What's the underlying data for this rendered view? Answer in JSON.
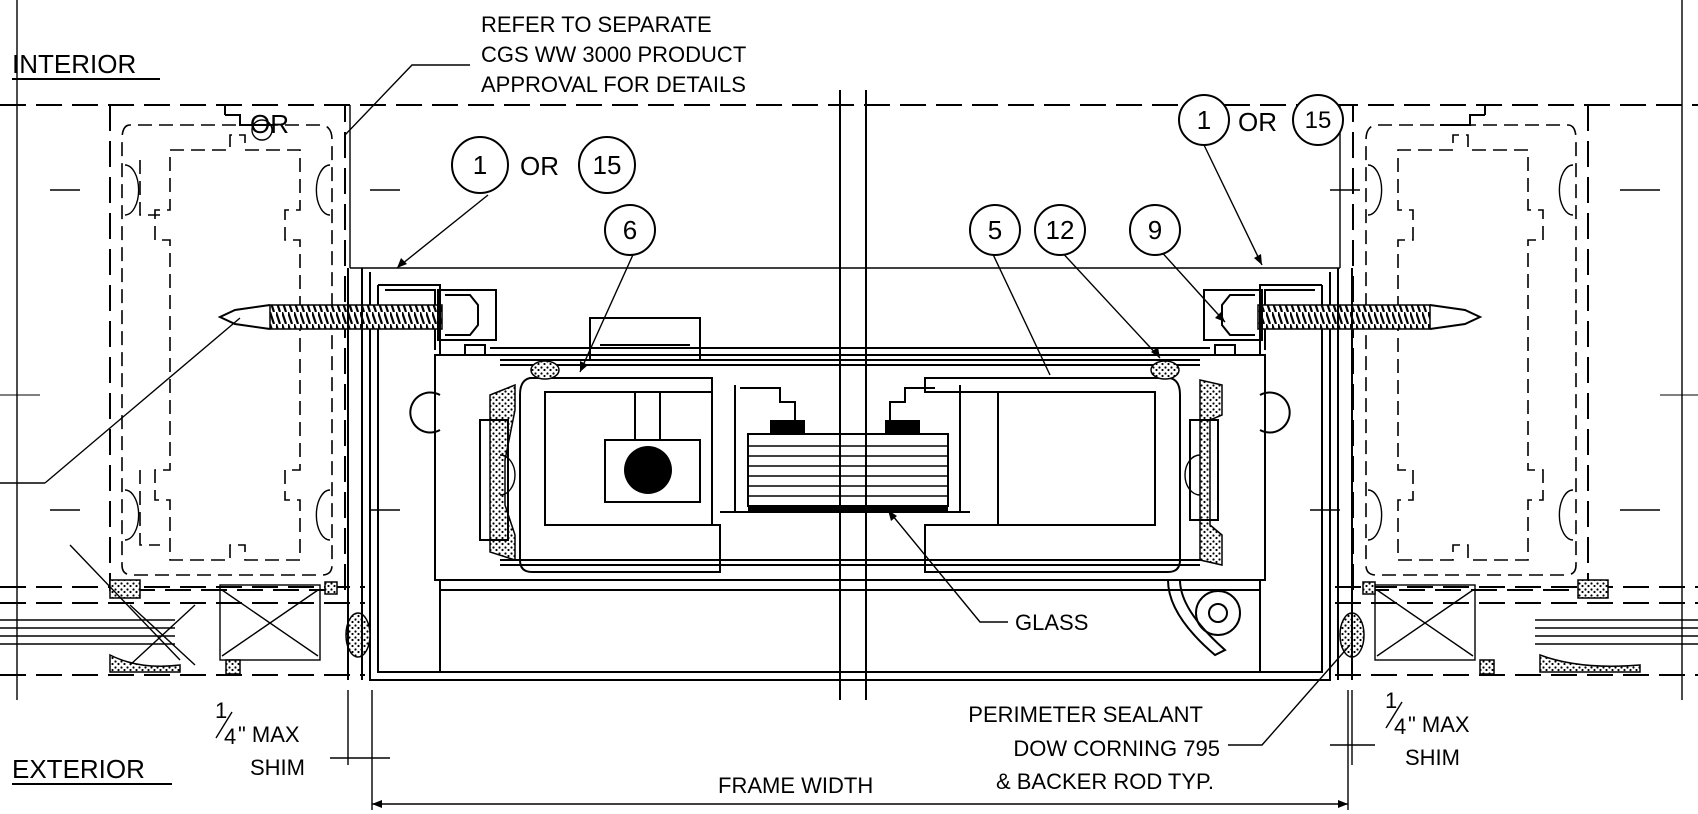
{
  "labels": {
    "interior": "INTERIOR",
    "exterior": "EXTERIOR",
    "note_line1": "REFER TO SEPARATE",
    "note_line2": "CGS WW 3000 PRODUCT",
    "note_line3": "APPROVAL FOR DETAILS",
    "or": "OR",
    "glass": "GLASS",
    "frame_width": "FRAME WIDTH",
    "sealant_line1": "PERIMETER SEALANT",
    "sealant_line2": "DOW CORNING 795",
    "sealant_line3": "& BACKER ROD TYP.",
    "shim_fraction_num": "1",
    "shim_fraction_den": "4",
    "shim_max": "\" MAX",
    "shim_word": "SHIM"
  },
  "callouts": {
    "c1": "1",
    "c15": "15",
    "c6": "6",
    "c5": "5",
    "c12": "12",
    "c9": "9"
  }
}
